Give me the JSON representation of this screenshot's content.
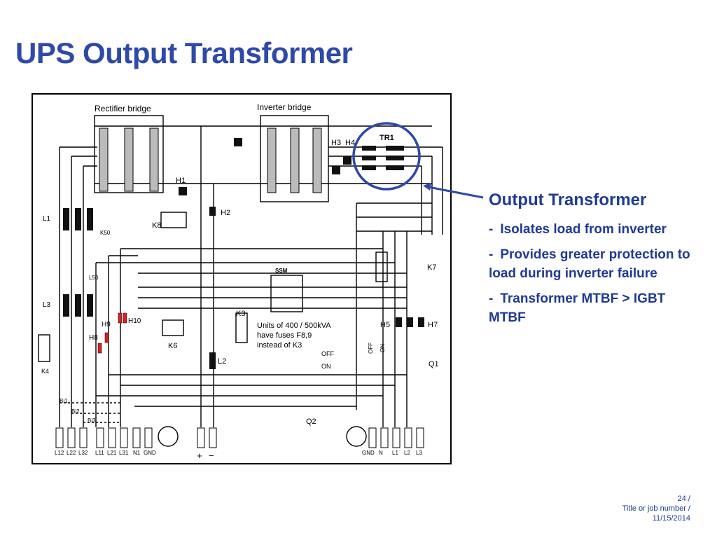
{
  "slide": {
    "title": "UPS Output Transformer"
  },
  "diagram": {
    "labels": {
      "rectifier": "Rectifier bridge",
      "inverter": "Inverter bridge",
      "tr1": "TR1",
      "h1": "H1",
      "h2": "H2",
      "h3": "H3",
      "h4": "H4",
      "h5": "H5",
      "h7": "H7",
      "h8": "H8",
      "h9": "H9",
      "h10": "H10",
      "l1": "L1",
      "l2": "L2",
      "l3": "L3",
      "k3": "K3",
      "k4": "K4",
      "k6": "K6",
      "k7": "K7",
      "k8": "K8",
      "k50": "K50",
      "l50": "L50",
      "q1": "Q1",
      "q2": "Q2",
      "ssm": "SSM",
      "off_left": "OFF",
      "on_left": "ON",
      "off": "OFF",
      "on": "ON",
      "bi1": "Bi1",
      "bi2": "Bi2",
      "bi3": "Bi3",
      "note_line1": "Units of 400 / 500kVA",
      "note_line2": "have fuses F8,9",
      "note_line3": "instead of K3",
      "plus": "+",
      "minus": "−"
    },
    "terminals_left": [
      "L12",
      "L22",
      "L32",
      "L11",
      "L21",
      "L31",
      "N1",
      "GND"
    ],
    "terminals_right": [
      "GND",
      "N",
      "L1",
      "L2",
      "L3"
    ]
  },
  "side_panel": {
    "heading": "Output Transformer",
    "bullets": [
      "Isolates load from inverter",
      "Provides greater protection to load during inverter failure",
      "Transformer MTBF > IGBT MTBF"
    ]
  },
  "footer": {
    "page": "24 /",
    "job": "Title or job number /",
    "date": "11/15/2014"
  },
  "colors": {
    "title": "#2e49a8",
    "text": "#1f3a93",
    "highlight": "#2e49a8",
    "fuse_red": "#d92020"
  }
}
